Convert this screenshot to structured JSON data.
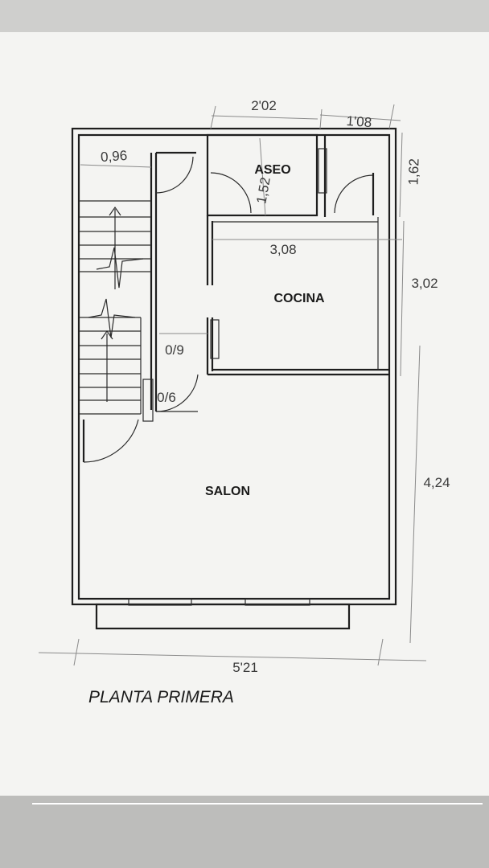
{
  "drawing": {
    "title": "PLANTA PRIMERA",
    "rooms": {
      "aseo": "ASEO",
      "cocina": "COCINA",
      "salon": "SALON"
    },
    "dimensions": {
      "top_left_width": "0,96",
      "aseo_width": "2'02",
      "top_right_width": "1'08",
      "right_top_height": "1,62",
      "aseo_height": "1,52",
      "cocina_width": "3,08",
      "cocina_height": "3,02",
      "door_width": "0/9",
      "small_door": "0/6",
      "salon_height": "4,24",
      "total_width": "5'21"
    }
  }
}
